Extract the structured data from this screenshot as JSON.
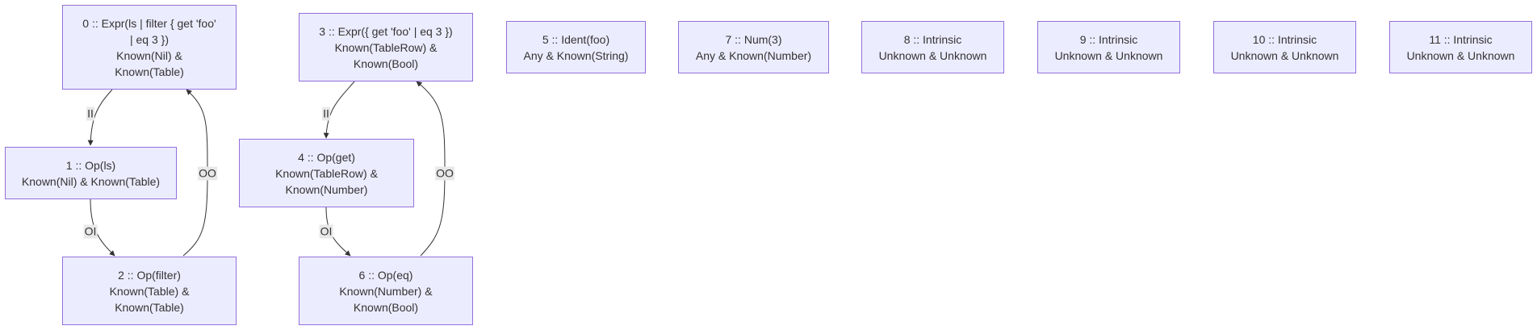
{
  "colors": {
    "node_fill": "#ececff",
    "node_stroke": "#9370db",
    "edge": "#333333",
    "label_bg": "#e8e8e8",
    "text": "#333333"
  },
  "nodes": {
    "n0": "0 :: Expr(ls | filter { get 'foo'\n| eq 3 })\nKnown(Nil) &\nKnown(Table)",
    "n1": "1 :: Op(ls)\nKnown(Nil) & Known(Table)",
    "n2": "2 :: Op(filter)\nKnown(Table) &\nKnown(Table)",
    "n3": "3 :: Expr({ get 'foo' | eq 3 })\nKnown(TableRow) &\nKnown(Bool)",
    "n4": "4 :: Op(get)\nKnown(TableRow) &\nKnown(Number)",
    "n5": "5 :: Ident(foo)\nAny & Known(String)",
    "n6": "6 :: Op(eq)\nKnown(Number) &\nKnown(Bool)",
    "n7": "7 :: Num(3)\nAny & Known(Number)",
    "n8": "8 :: Intrinsic\nUnknown & Unknown",
    "n9": "9 :: Intrinsic\nUnknown & Unknown",
    "n10": "10 :: Intrinsic\nUnknown & Unknown",
    "n11": "11 :: Intrinsic\nUnknown & Unknown"
  },
  "edges": [
    {
      "from": "0",
      "to": "1",
      "label": "II"
    },
    {
      "from": "1",
      "to": "2",
      "label": "OI"
    },
    {
      "from": "2",
      "to": "0",
      "label": "OO"
    },
    {
      "from": "3",
      "to": "4",
      "label": "II"
    },
    {
      "from": "4",
      "to": "6",
      "label": "OI"
    },
    {
      "from": "6",
      "to": "3",
      "label": "OO"
    }
  ]
}
